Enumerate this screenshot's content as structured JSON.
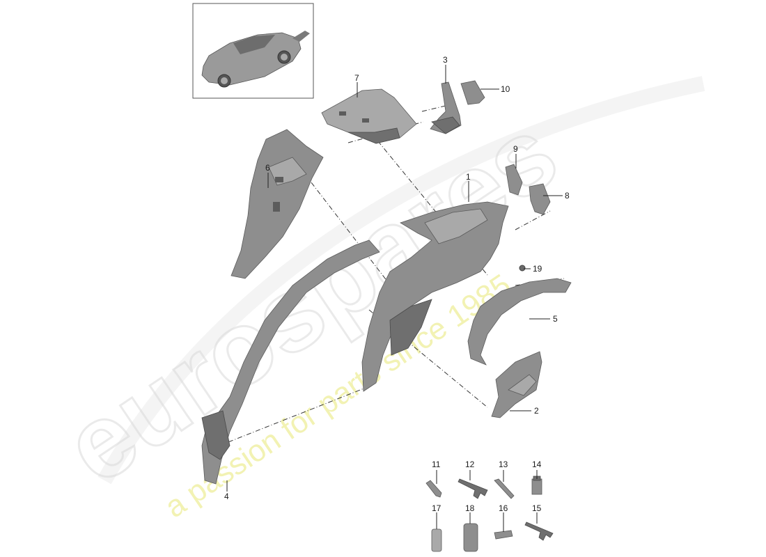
{
  "diagram": {
    "callouts": {
      "c1": "1",
      "c2": "2",
      "c3": "3",
      "c4": "4",
      "c5": "5",
      "c6": "6",
      "c7": "7",
      "c8": "8",
      "c9": "9",
      "c10": "10",
      "c11": "11",
      "c12": "12",
      "c13": "13",
      "c14": "14",
      "c15": "15",
      "c16": "16",
      "c17": "17",
      "c18": "18",
      "c19": "19"
    }
  },
  "watermark": {
    "brand": "eurospares",
    "tagline": "a passion for parts since 1985"
  },
  "colors": {
    "part_fill": "#8e8e8e",
    "part_stroke": "#5a5a5a",
    "watermark_yellow": "#eeee9a",
    "watermark_grey": "#d9d9d9"
  }
}
